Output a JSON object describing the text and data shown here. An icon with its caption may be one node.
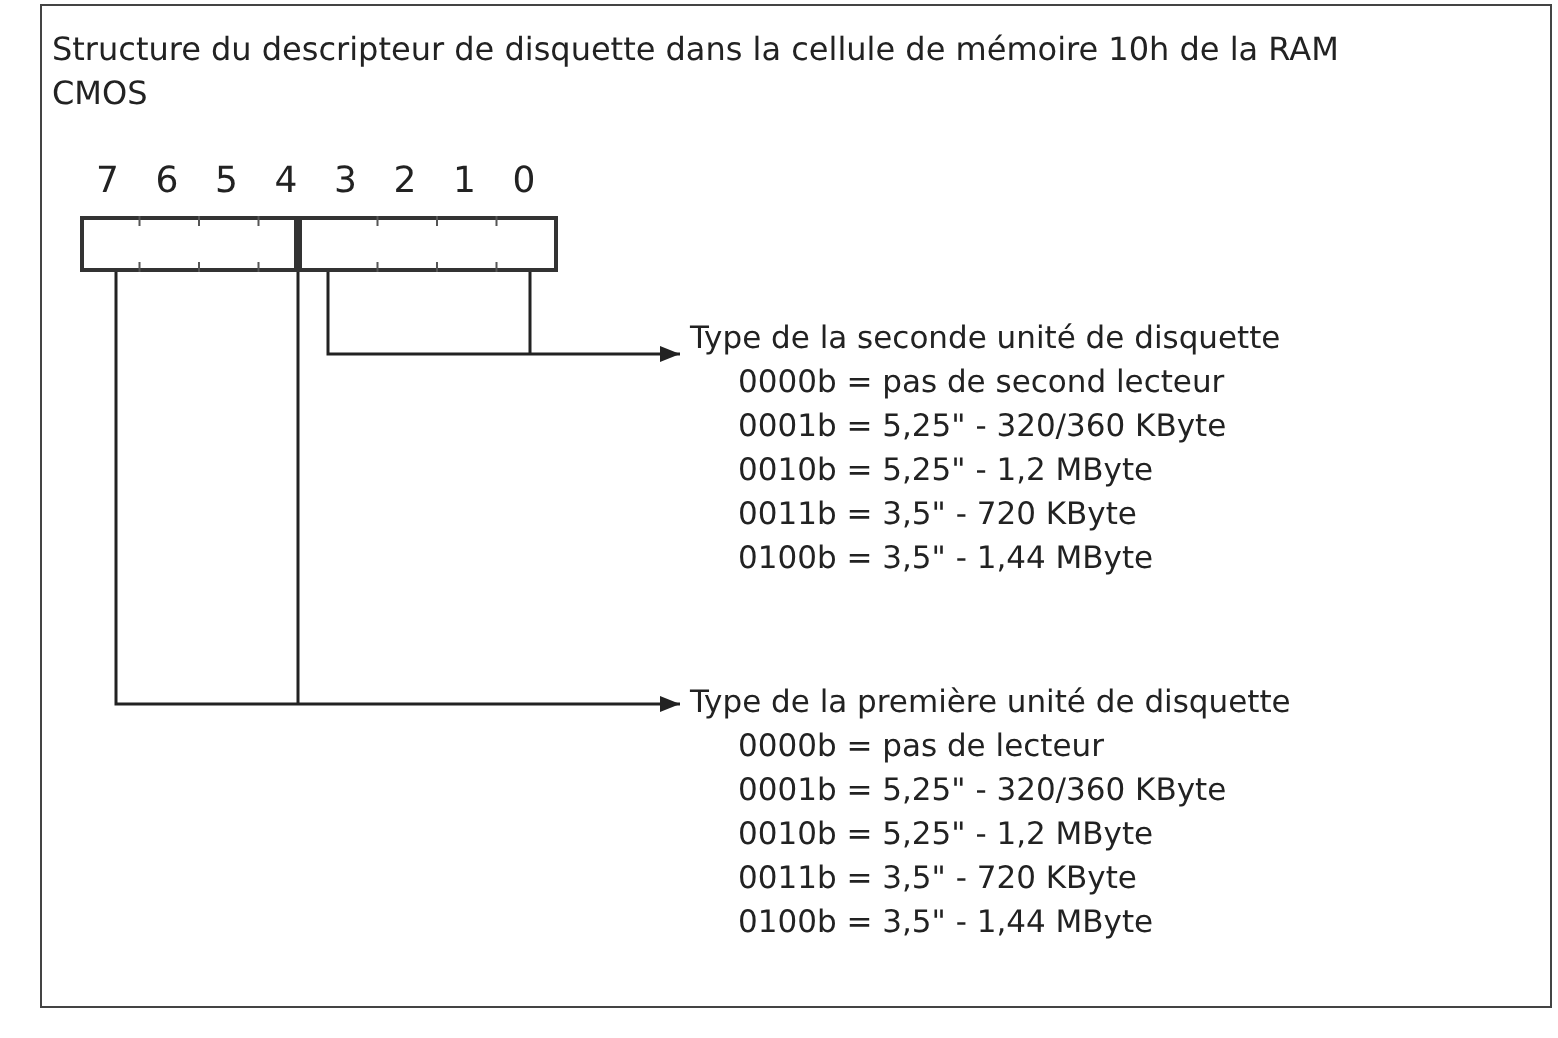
{
  "diagram": {
    "title": "Structure du descripteur de disquette dans la cellule de mémoire 10h de la RAM CMOS",
    "nodes": [
      {
        "text": [],
        "shape": "box"
      },
      {
        "text": [],
        "shape": "box"
      },
      {
        "text": [
          "Type de la seconde unité de disquette",
          "0000b = pas de second lecteur",
          "0001b = 5,25\" - 320/360 KByte",
          "0010b = 5,25\" - 1,2 MByte",
          "0011b = 3,5\" - 720 KByte",
          "0100b = 3,5\" - 1,44 MByte"
        ]
      },
      {
        "text": [
          "Type de la première unité de disquette",
          "0000b = pas de lecteur",
          "0001b = 5,25\" - 320/360 KByte",
          "0010b = 5,25\" - 1,2 MByte",
          "0011b = 3,5\" - 720 KByte",
          "0100b = 3,5\" - 1,44 MByte"
        ]
      }
    ],
    "edges": [
      {
        "from": 1,
        "to": 2,
        "arrow": "to"
      },
      {
        "from": 0,
        "to": 3,
        "arrow": "to"
      }
    ],
    "labels": [
      "7",
      "6",
      "5",
      "4",
      "3",
      "2",
      "1",
      "0"
    ]
  }
}
